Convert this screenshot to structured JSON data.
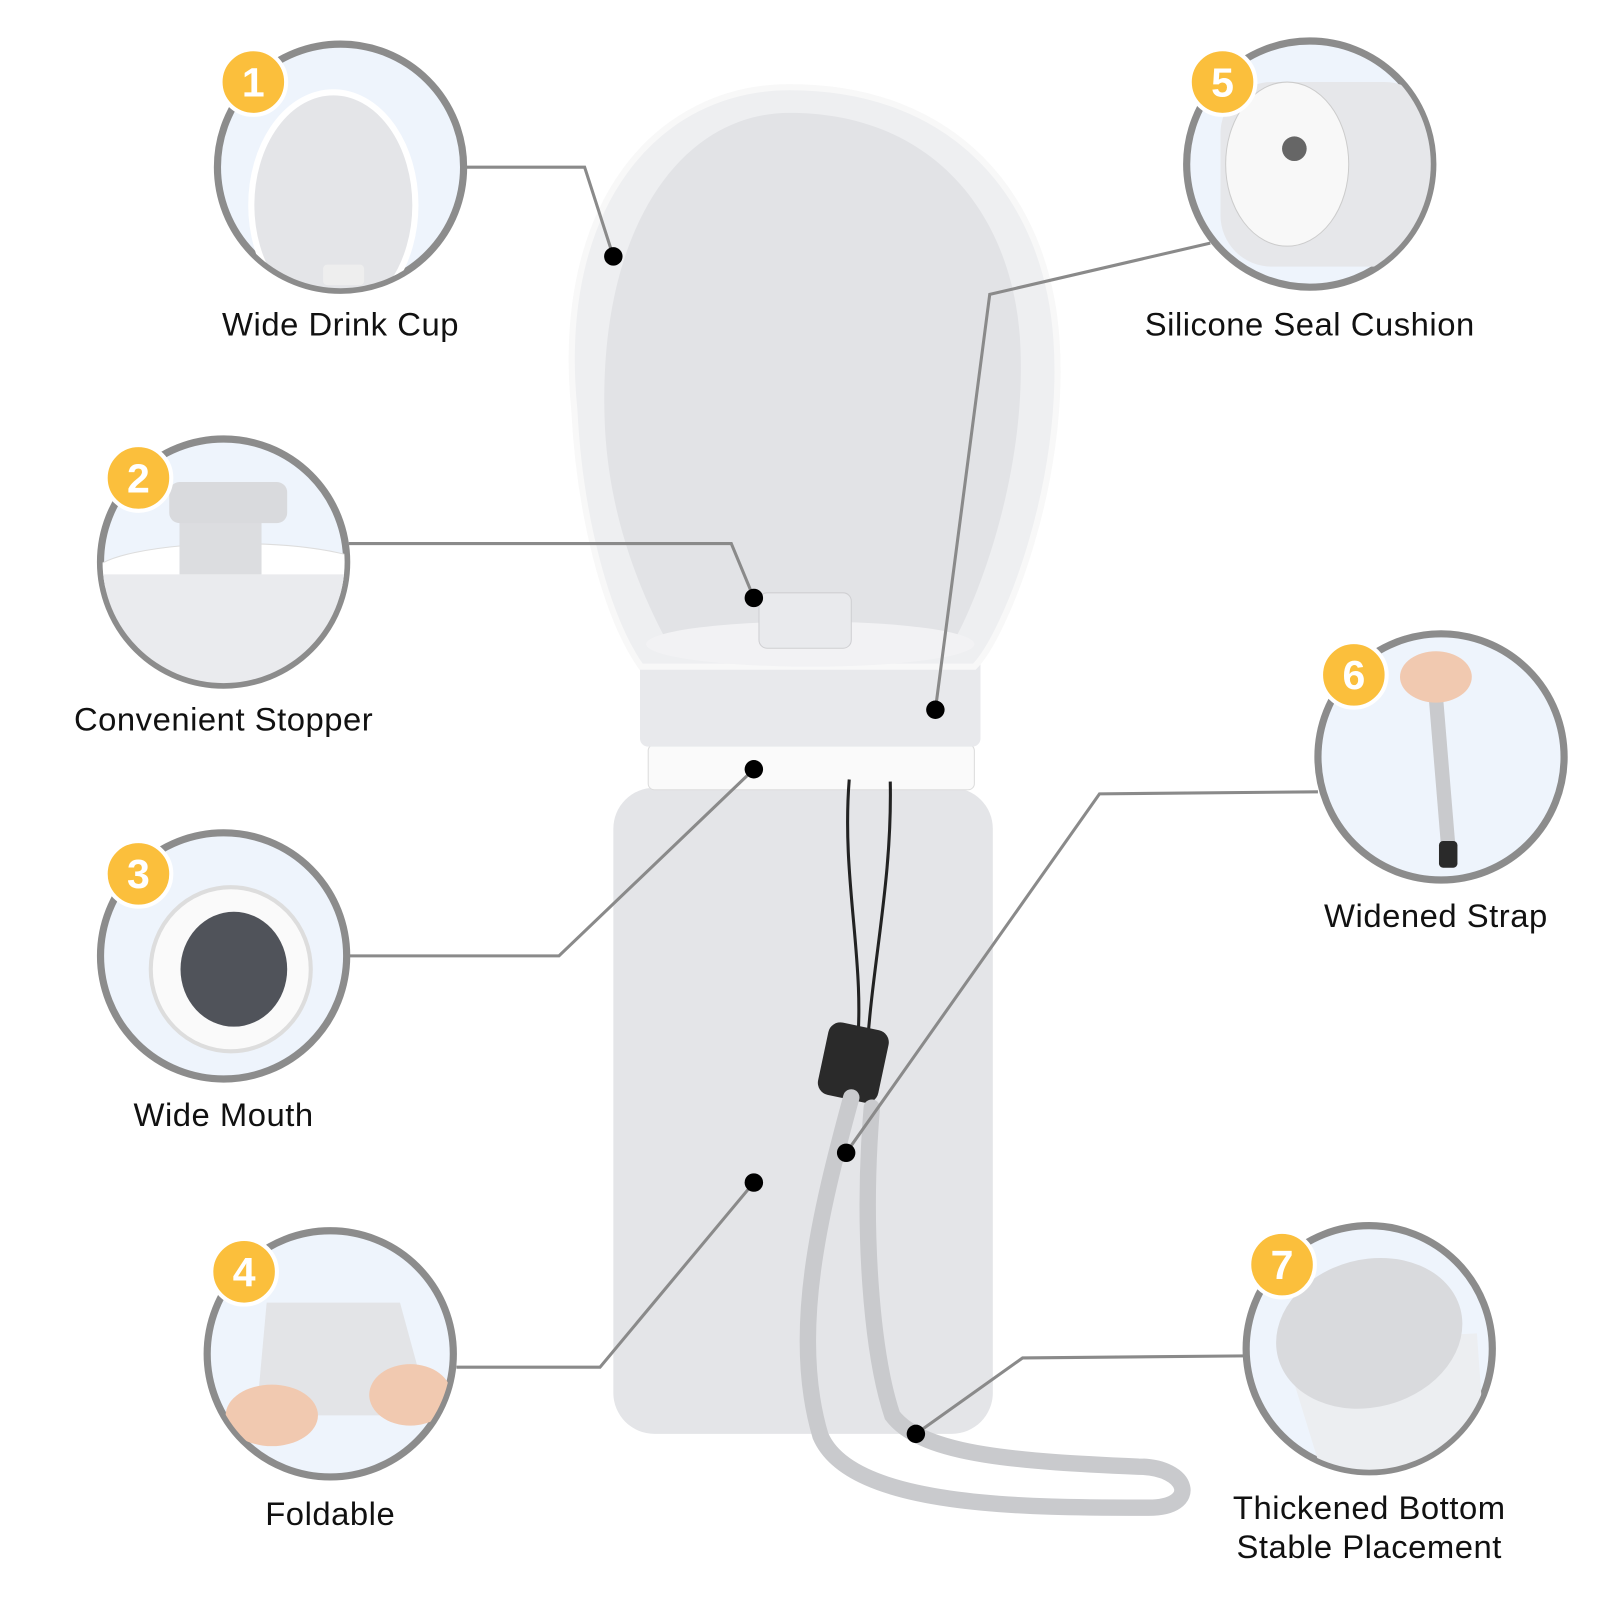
{
  "features": [
    {
      "number": "1",
      "label": "Wide Drink Cup"
    },
    {
      "number": "2",
      "label": "Convenient Stopper"
    },
    {
      "number": "3",
      "label": "Wide Mouth"
    },
    {
      "number": "4",
      "label": "Foldable"
    },
    {
      "number": "5",
      "label": "Silicone Seal Cushion"
    },
    {
      "number": "6",
      "label": "Widened Strap"
    },
    {
      "number": "7",
      "label_line1": "Thickened Bottom",
      "label_line2": "Stable Placement"
    }
  ],
  "colors": {
    "badge": "#fbbf3c",
    "ring": "#8c8c8c",
    "product": "#e6e7ea",
    "strap_tip": "#2a2a2a"
  }
}
